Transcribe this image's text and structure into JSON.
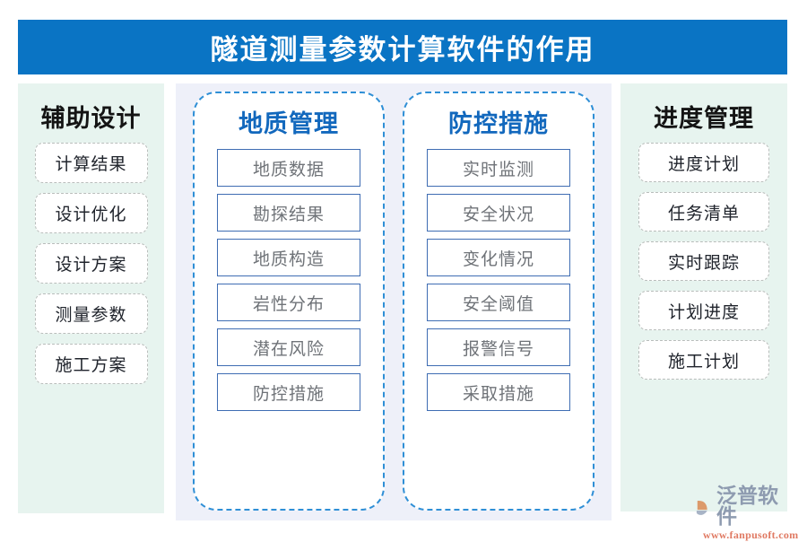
{
  "header": {
    "title": "隧道测量参数计算软件的作用",
    "bg_color": "#0a74c4",
    "text_color": "#ffffff"
  },
  "columns": {
    "left": {
      "title": "辅助设计",
      "panel_color": "#e7f4ef",
      "items": [
        {
          "label": "计算结果"
        },
        {
          "label": "设计优化"
        },
        {
          "label": "设计方案"
        },
        {
          "label": "测量参数"
        },
        {
          "label": "施工方案"
        }
      ]
    },
    "center_first": {
      "title": "地质管理",
      "title_color": "#1268bd",
      "items": [
        {
          "label": "地质数据"
        },
        {
          "label": "勘探结果"
        },
        {
          "label": "地质构造"
        },
        {
          "label": "岩性分布"
        },
        {
          "label": "潜在风险"
        },
        {
          "label": "防控措施"
        }
      ]
    },
    "center_second": {
      "title": "防控措施",
      "title_color": "#1268bd",
      "items": [
        {
          "label": "实时监测"
        },
        {
          "label": "安全状况"
        },
        {
          "label": "变化情况"
        },
        {
          "label": "安全阈值"
        },
        {
          "label": "报警信号"
        },
        {
          "label": "采取措施"
        }
      ]
    },
    "right": {
      "title": "进度管理",
      "panel_color": "#e7f4ef",
      "items": [
        {
          "label": "进度计划"
        },
        {
          "label": "任务清单"
        },
        {
          "label": "实时跟踪"
        },
        {
          "label": "计划进度"
        },
        {
          "label": "施工计划"
        }
      ]
    }
  },
  "center_panel": {
    "bg_color": "#eef0f9",
    "group_border_color": "#2f8fd6"
  },
  "logo": {
    "name": "泛普软件",
    "url": "www.fanpusoft.com",
    "name_color": "#8e9bb0",
    "url_color": "#e07a63",
    "mark_color": "#8e9bb0",
    "mark_accent_color": "#dc9a6b"
  }
}
